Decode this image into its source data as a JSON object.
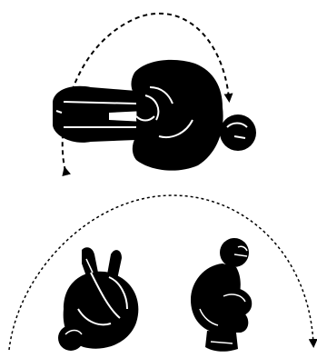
{
  "diagram": {
    "panels": [
      {
        "id": "top",
        "figure": "person-rolling-horizontal",
        "arrow": "arc-arrow-clockwise"
      },
      {
        "id": "bottom",
        "figures": [
          "person-tucked-inverted",
          "person-crouching"
        ],
        "arrow": "arc-arrow-right"
      }
    ],
    "colors": {
      "figure": "#000000",
      "highlight": "#ffffff",
      "background": "#ffffff"
    }
  }
}
